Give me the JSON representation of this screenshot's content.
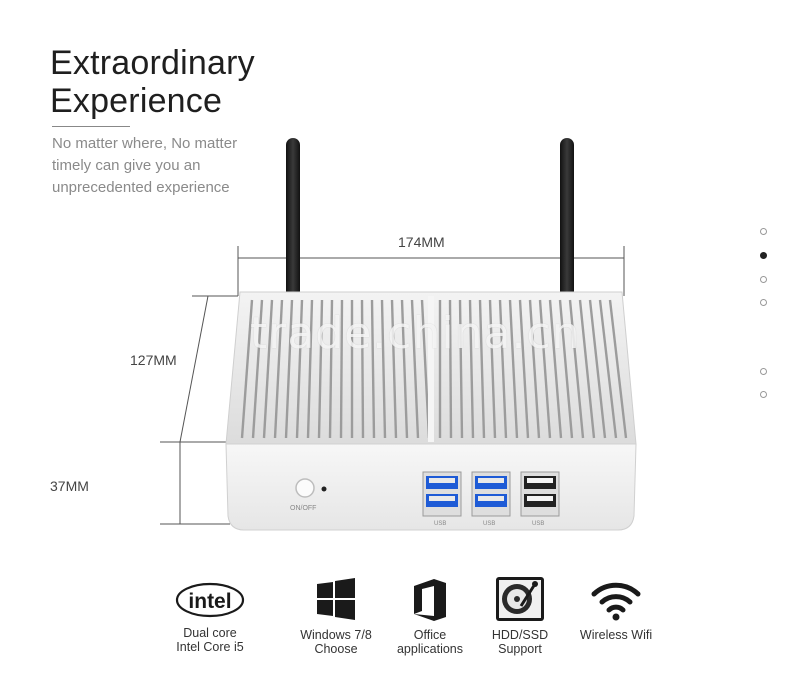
{
  "headline": {
    "line1": "Extraordinary",
    "line2": "Experience"
  },
  "subtitle": {
    "line1": "No matter where, No matter",
    "line2": "timely  can give you an",
    "line3": "unprecedented experience"
  },
  "dimensions": {
    "width": "174MM",
    "depth": "127MM",
    "height": "37MM"
  },
  "watermark": "trade.china.cn",
  "device": {
    "power_label": "ON/OFF",
    "usb_labels": [
      "USB",
      "USB",
      "USB"
    ]
  },
  "pagination": {
    "count": 6,
    "active_index": 1
  },
  "features": [
    {
      "icon": "intel-logo-icon",
      "logo_text": "intel",
      "line1": "Dual core",
      "line2": "Intel Core i5"
    },
    {
      "icon": "windows-logo-icon",
      "line1": "Windows 7/8",
      "line2": "Choose"
    },
    {
      "icon": "office-logo-icon",
      "line1": "Office",
      "line2": "applications"
    },
    {
      "icon": "hard-drive-icon",
      "line1": "HDD/SSD",
      "line2": "Support"
    },
    {
      "icon": "wifi-icon",
      "line1": "Wireless Wifi",
      "line2": ""
    }
  ]
}
